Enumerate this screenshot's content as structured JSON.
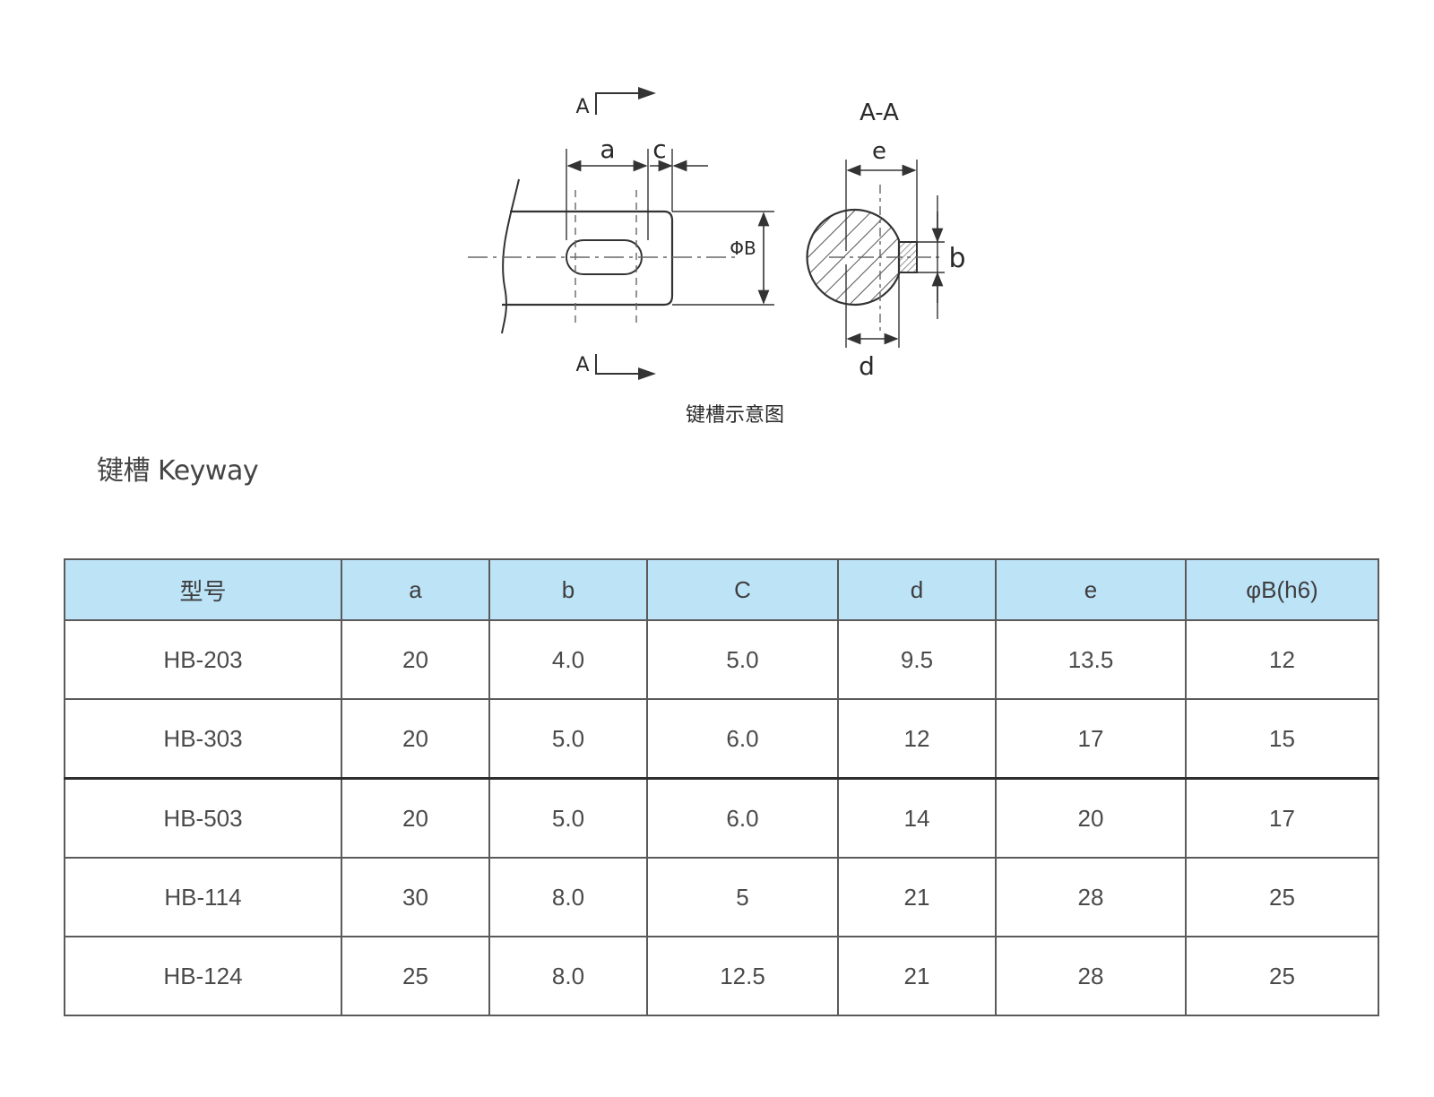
{
  "diagram": {
    "section_arrow_top": "A",
    "section_arrow_bottom": "A",
    "label_a": "a",
    "label_c": "c",
    "label_phiB": "ΦB",
    "section_title": "A-A",
    "label_e": "e",
    "label_b": "b",
    "label_d": "d",
    "caption": "键槽示意图"
  },
  "section": {
    "title": "键槽 Keyway"
  },
  "table": {
    "headers": [
      "型号",
      "a",
      "b",
      "C",
      "d",
      "e",
      "φB(h6)"
    ],
    "rows": [
      [
        "HB-203",
        "20",
        "4.0",
        "5.0",
        "9.5",
        "13.5",
        "12"
      ],
      [
        "HB-303",
        "20",
        "5.0",
        "6.0",
        "12",
        "17",
        "15"
      ],
      [
        "HB-503",
        "20",
        "5.0",
        "6.0",
        "14",
        "20",
        "17"
      ],
      [
        "HB-114",
        "30",
        "8.0",
        "5",
        "21",
        "28",
        "25"
      ],
      [
        "HB-124",
        "25",
        "8.0",
        "12.5",
        "21",
        "28",
        "25"
      ]
    ]
  }
}
